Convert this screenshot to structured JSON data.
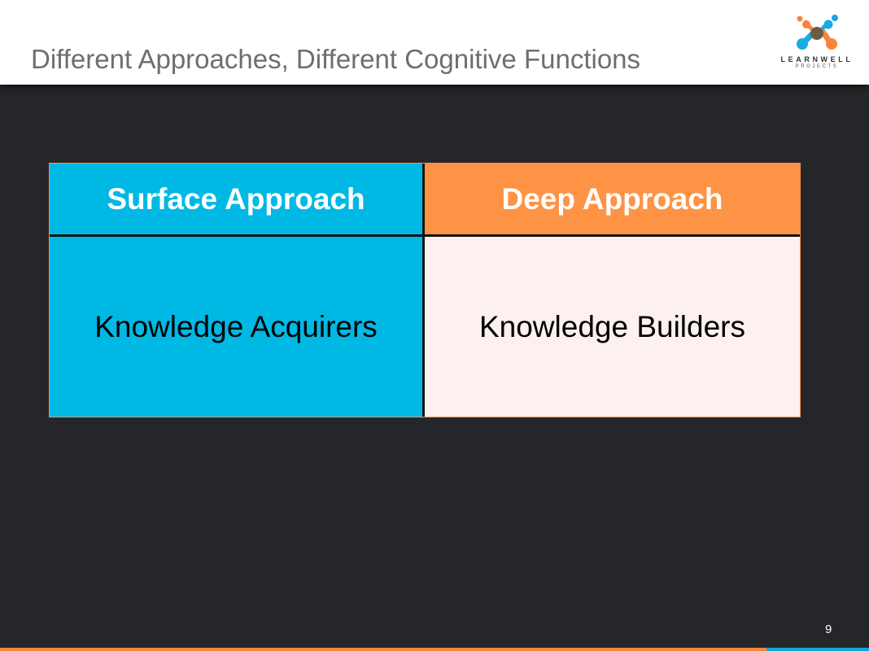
{
  "header": {
    "title": "Different Approaches, Different Cognitive Functions",
    "logo": {
      "line1": "LEARNWELL",
      "line2": "PROJECTS"
    }
  },
  "table": {
    "headers": [
      "Surface Approach",
      "Deep Approach"
    ],
    "cells": [
      "Knowledge Acquirers",
      "Knowledge Builders"
    ]
  },
  "footer": {
    "page_number": "9"
  },
  "colors": {
    "blue": "#00b8e4",
    "orange": "#fe9345",
    "background": "#25262a"
  }
}
